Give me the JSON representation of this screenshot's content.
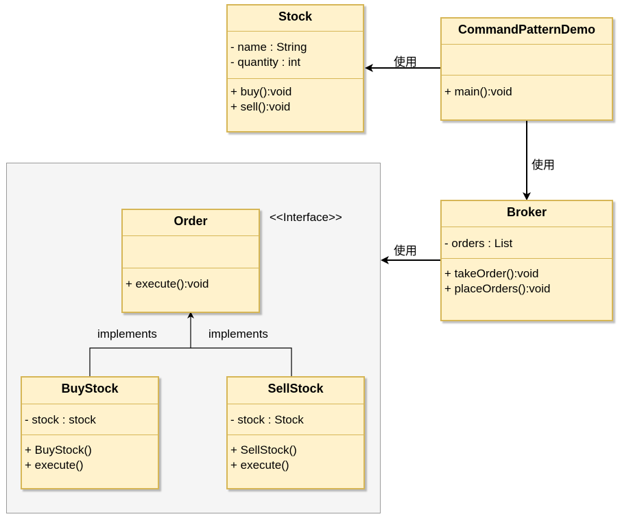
{
  "classes": {
    "stock": {
      "name": "Stock",
      "attributes": [
        "- name : String",
        "- quantity : int"
      ],
      "methods": [
        "+ buy():void",
        "+ sell():void"
      ]
    },
    "demo": {
      "name": "CommandPatternDemo",
      "attributes": [],
      "methods": [
        "+ main():void"
      ]
    },
    "broker": {
      "name": "Broker",
      "attributes": [
        "- orders : List"
      ],
      "methods": [
        "+ takeOrder():void",
        "+ placeOrders():void"
      ]
    },
    "order": {
      "name": "Order",
      "stereotype": "<<Interface>>",
      "attributes": [],
      "methods": [
        "+ execute():void"
      ]
    },
    "buystock": {
      "name": "BuyStock",
      "attributes": [
        "- stock : stock"
      ],
      "methods": [
        "+ BuyStock()",
        "+ execute()"
      ]
    },
    "sellstock": {
      "name": "SellStock",
      "attributes": [
        "- stock : Stock"
      ],
      "methods": [
        "+ SellStock()",
        "+ execute()"
      ]
    }
  },
  "edges": {
    "demo_to_stock": "使用",
    "demo_to_broker": "使用",
    "broker_to_group": "使用",
    "buy_implements": "implements",
    "sell_implements": "implements"
  },
  "colors": {
    "class_fill": "#fff2cc",
    "class_border": "#d6b656",
    "group_fill": "#f5f5f5",
    "group_border": "#9a9a9a"
  }
}
